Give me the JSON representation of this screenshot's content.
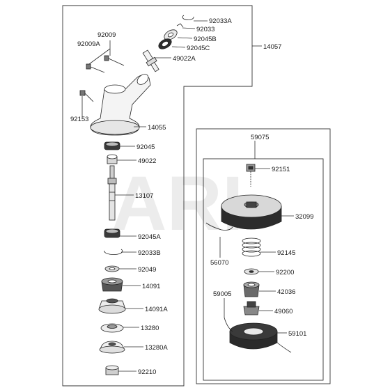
{
  "watermark": "ARI",
  "labels": {
    "p92033A_top": "92033A",
    "p92033": "92033",
    "p92045B": "92045B",
    "p92045C": "92045C",
    "p49022A": "49022A",
    "p14057": "14057",
    "p92009": "92009",
    "p92009A": "92009A",
    "p92153": "92153",
    "p14055": "14055",
    "p92045": "92045",
    "p49022": "49022",
    "p13107": "13107",
    "p92045A": "92045A",
    "p92033B": "92033B",
    "p92049": "92049",
    "p14091": "14091",
    "p14091A": "14091A",
    "p13280": "13280",
    "p13280A": "13280A",
    "p92210": "92210",
    "p59075": "59075",
    "p92151": "92151",
    "p32099": "32099",
    "p56070": "56070",
    "p92145": "92145",
    "p92200": "92200",
    "p42036": "42036",
    "p59005": "59005",
    "p49060": "49060",
    "p59101": "59101"
  }
}
